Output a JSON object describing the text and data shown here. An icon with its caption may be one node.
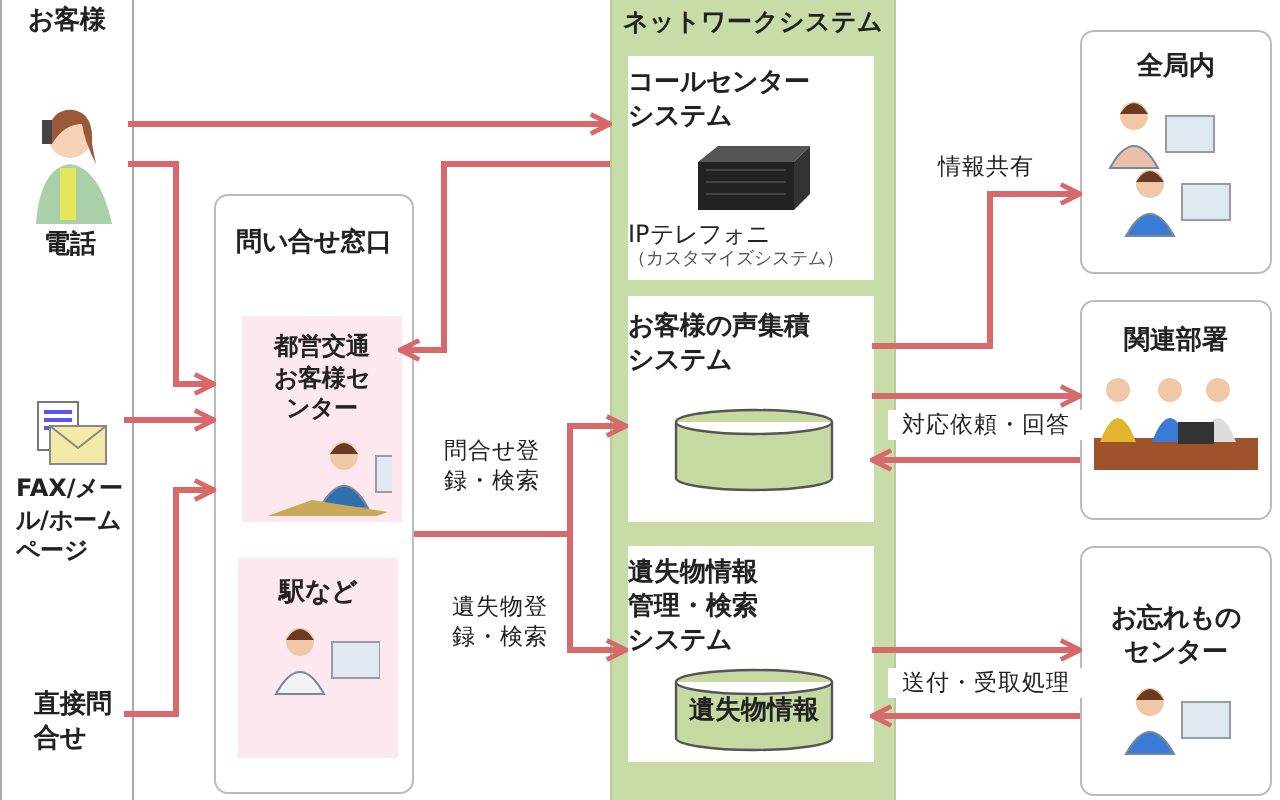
{
  "diagram": {
    "nodes": [
      {
        "text": [
          "お客様"
        ]
      },
      {
        "text": [
          "電話"
        ],
        "in": 0
      },
      {
        "text": [
          "FAX/メール/ホームページ"
        ],
        "in": 0
      },
      {
        "text": [
          "直接問合せ"
        ],
        "in": 0
      },
      {
        "text": [
          "問い合せ窓口"
        ]
      },
      {
        "text": [
          "都営交通お客様センター"
        ],
        "in": 4
      },
      {
        "text": [
          "駅など"
        ],
        "in": 4
      },
      {
        "text": [
          "ネットワークシステム"
        ]
      },
      {
        "text": [
          "コールセンターシステム",
          "IPテレフォニ",
          "（カスタマイズシステム）"
        ],
        "in": 7
      },
      {
        "text": [
          "お客様の声集積システム"
        ],
        "in": 7
      },
      {
        "text": [],
        "shape": "cylinder",
        "in": 9
      },
      {
        "text": [
          "遺失物情報管理・検索システム"
        ],
        "in": 7
      },
      {
        "text": [
          "遺失物情報"
        ],
        "in": 11
      },
      {
        "text": [
          "全局内"
        ]
      },
      {
        "text": [
          "関連部署"
        ]
      },
      {
        "text": [
          "お忘れものセンター"
        ]
      }
    ],
    "edges": [
      {
        "from": 1,
        "to": 7,
        "arrow": "to"
      },
      {
        "from": 1,
        "to": 4,
        "arrow": "to"
      },
      {
        "from": 2,
        "to": 4,
        "arrow": "to"
      },
      {
        "from": 3,
        "to": 4,
        "arrow": "to"
      },
      {
        "from": 7,
        "to": 5,
        "arrow": "to"
      },
      {
        "from": 4,
        "to": 9,
        "arrow": "to",
        "label": "問合せ登録・検索"
      },
      {
        "from": 4,
        "to": 11,
        "arrow": "to",
        "label": "遺失物登録・検索"
      },
      {
        "from": 9,
        "to": 13,
        "arrow": "to",
        "label": "情報共有"
      },
      {
        "from": 9,
        "to": 14,
        "arrow": "to"
      },
      {
        "from": 14,
        "to": 9,
        "arrow": "to",
        "label": "対応依頼・回答"
      },
      {
        "from": 11,
        "to": 15,
        "arrow": "to"
      },
      {
        "from": 15,
        "to": 11,
        "arrow": "to",
        "label": "送付・受取処理"
      }
    ]
  }
}
